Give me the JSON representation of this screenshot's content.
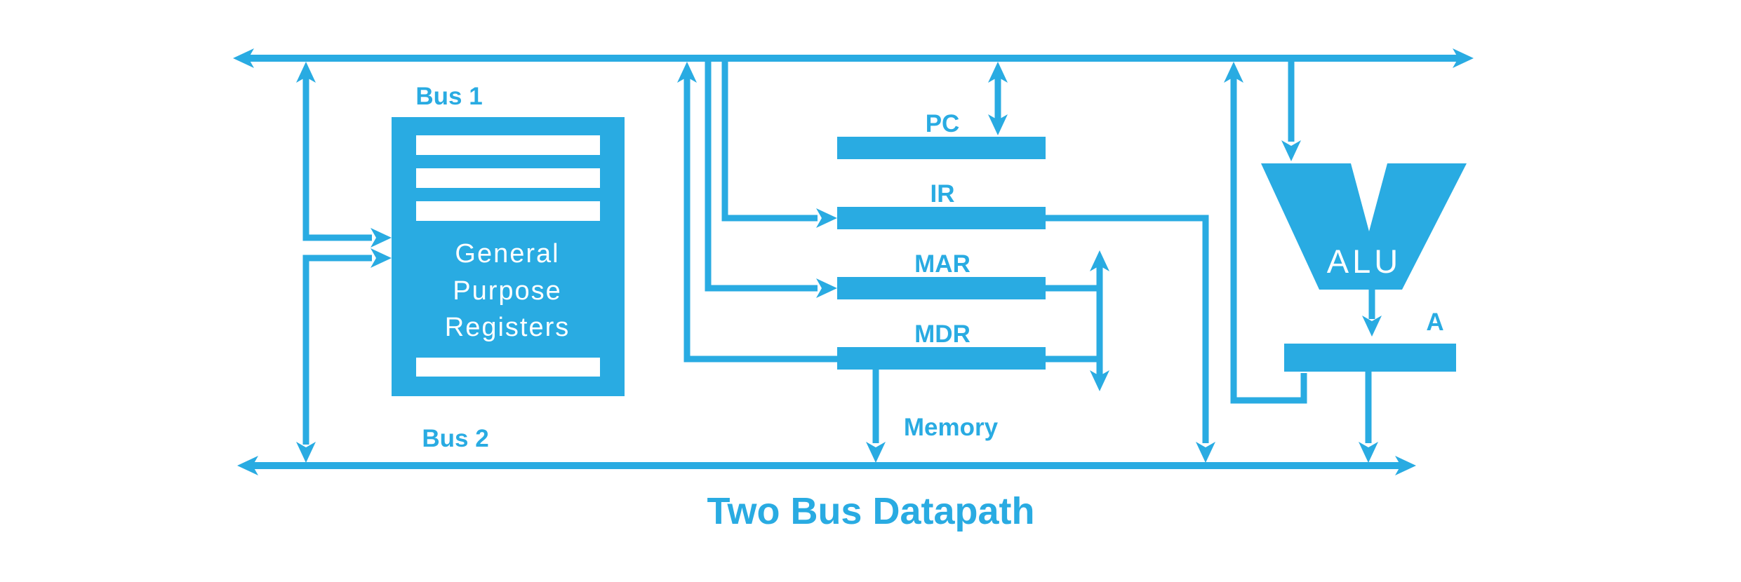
{
  "title": "Two Bus Datapath",
  "colors": {
    "primary": "#29ABE2",
    "background": "#FFFFFF",
    "label_on_fill": "#FFFFFF"
  },
  "buses": {
    "bus1_label": "Bus 1",
    "bus2_label": "Bus 2"
  },
  "general_purpose_registers": {
    "line1": "General",
    "line2": "Purpose",
    "line3": "Registers"
  },
  "registers": {
    "pc": "PC",
    "ir": "IR",
    "mar": "MAR",
    "mdr": "MDR",
    "a": "A"
  },
  "alu_label": "ALU",
  "memory_label": "Memory"
}
